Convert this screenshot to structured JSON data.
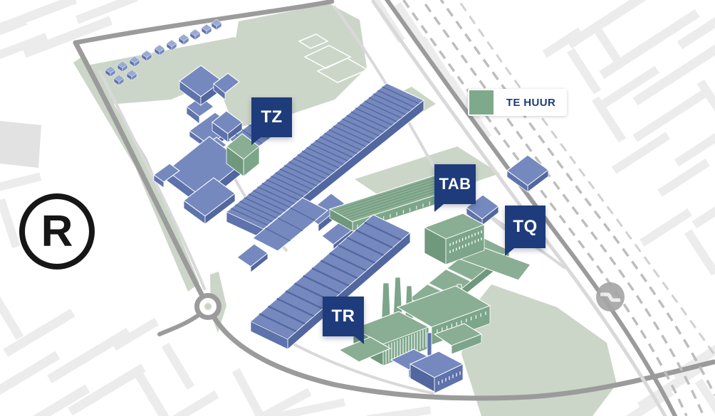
{
  "map": {
    "markers": [
      {
        "id": "tz",
        "label": "TZ"
      },
      {
        "id": "tab",
        "label": "TAB"
      },
      {
        "id": "tq",
        "label": "TQ"
      },
      {
        "id": "tr",
        "label": "TR"
      }
    ],
    "legend": {
      "label": "TE HUUR"
    },
    "brand": {
      "letter": "R"
    },
    "station": {
      "icon": "ns-railway-logo"
    },
    "colors": {
      "navy": "#1E3B7B",
      "blue-top": "#7589BF",
      "blue-side": "#5E72AB",
      "blue-dark": "#52669F",
      "green-top": "#8AAE93",
      "green-side": "#7CA589",
      "green-dark": "#6F987C",
      "legend-green": "#7FA98B",
      "lawn": "#CBD6C8",
      "road-dark": "#9B9B9B",
      "road-light": "#D9D9D9",
      "rail-dash": "#BDBDBD",
      "offsite": "#ECECEC",
      "offsite-dark": "#E2E2E2"
    }
  }
}
